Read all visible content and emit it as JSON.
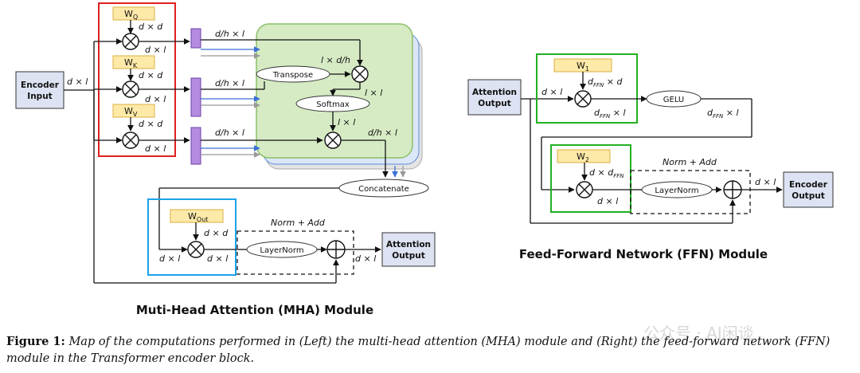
{
  "mha": {
    "title": "Muti-Head Attention (MHA) Module",
    "encoder_input": [
      "Encoder",
      "Input"
    ],
    "input_dim": "d × l",
    "weights": {
      "q": "W",
      "q_sub": "Q",
      "k": "W",
      "k_sub": "K",
      "v": "W",
      "v_sub": "V",
      "out": "W",
      "out_sub": "Out"
    },
    "dxd": "d × d",
    "dxl": "d × l",
    "dh_x_l": "d/h × l",
    "l_x_dh": "l × d/h",
    "l_x_l": "l × l",
    "transpose": "Transpose",
    "softmax": "Softmax",
    "concatenate": "Concatenate",
    "norm_add": "Norm + Add",
    "layernorm": "LayerNorm",
    "attention_output": [
      "Attention",
      "Output"
    ]
  },
  "ffn": {
    "title": "Feed-Forward Network (FFN) Module",
    "attention_output": [
      "Attention",
      "Output"
    ],
    "dxl": "d × l",
    "w1": "W",
    "w1_sub": "1",
    "w2": "W",
    "w2_sub": "2",
    "dffn_x_d": "d",
    "dffn_sub": "FFN",
    "gelu": "GELU",
    "norm_add": "Norm + Add",
    "layernorm": "LayerNorm",
    "encoder_output": [
      "Encoder",
      "Output"
    ]
  },
  "caption": {
    "label": "Figure 1:",
    "text": "Map of the computations performed in (Left) the multi-head attention (MHA) module and (Right) the feed-forward network (FFN) module in the Transformer encoder block."
  },
  "watermark": "公众号 · AI闲谈",
  "colors": {
    "red_box": "#e02020",
    "green_box": "#22b022",
    "blue_box": "#1aa3e8",
    "input_box": "#dde3f2",
    "weight_box": "#fde9a8",
    "purple": "#b48be0",
    "green_panel": "#d6ebc4",
    "green_panel_border": "#8cc06a"
  }
}
